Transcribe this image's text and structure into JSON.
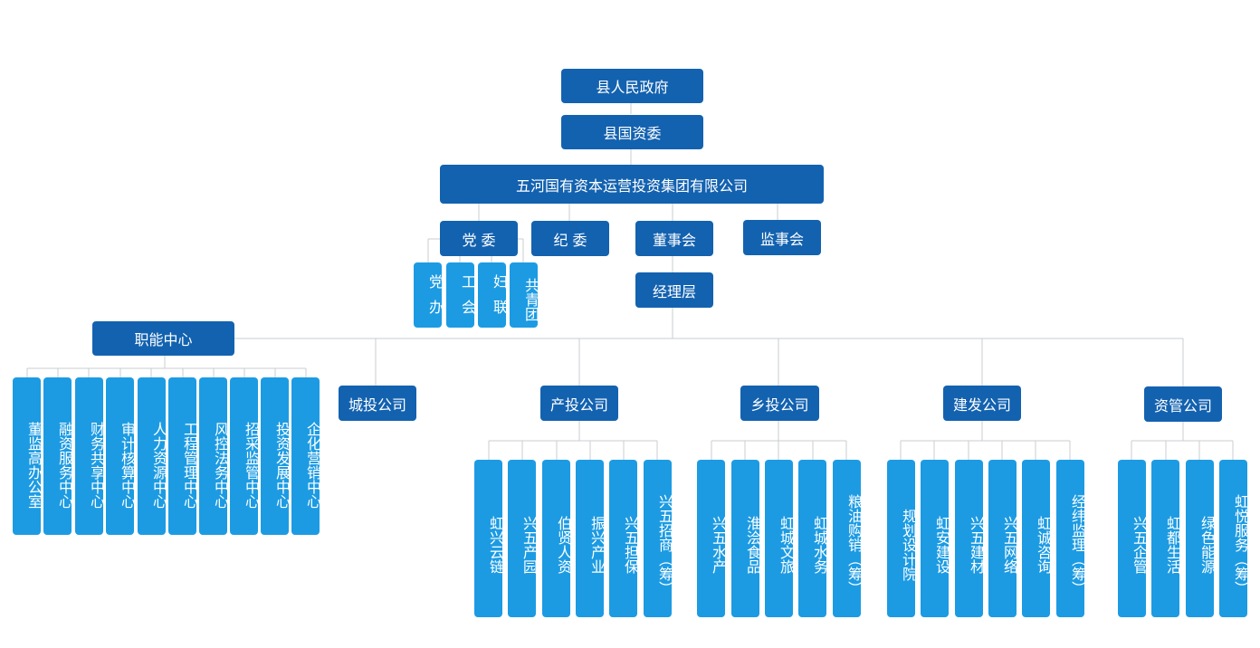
{
  "top": {
    "gov": "县人民政府",
    "sasac": "县国资委",
    "group": "五河国有资本运营投资集团有限公司"
  },
  "governance": {
    "party": "党 委",
    "discipline": "纪 委",
    "board": "董事会",
    "supervisors": "监事会",
    "management": "经理层"
  },
  "party_orgs": [
    "党办",
    "工会",
    "妇联",
    "共青团"
  ],
  "functional": {
    "title": "职能中心",
    "items": [
      "董监高办公室",
      "融资服务中心",
      "财务共享中心",
      "审计核算中心",
      "人力资源中心",
      "工程管理中心",
      "风控法务中心",
      "招采监管中心",
      "投资发展中心",
      "企化营销中心"
    ]
  },
  "companies": {
    "chengtou": "城投公司",
    "chantou": {
      "title": "产投公司",
      "subs": [
        "虹兴云链",
        "兴五产园",
        "伯贤人资",
        "振兴产业",
        "兴五担保",
        "兴五招商（筹）"
      ]
    },
    "xiangtou": {
      "title": "乡投公司",
      "subs": [
        "兴五水产",
        "淮浍食品",
        "虹城文旅",
        "虹城水务",
        "粮油购销（筹）"
      ]
    },
    "jianfa": {
      "title": "建发公司",
      "subs": [
        "规划设计院",
        "虹安建设",
        "兴五建材",
        "兴五网络",
        "虹诚咨询",
        "经纬监理（筹）"
      ]
    },
    "ziguan": {
      "title": "资管公司",
      "subs": [
        "兴五企管",
        "虹都生活",
        "绿色能源",
        "虹悦服务（筹）"
      ]
    }
  },
  "colors": {
    "dark": "#1362b0",
    "light": "#1c9be3",
    "line": "#c8ccd2"
  }
}
